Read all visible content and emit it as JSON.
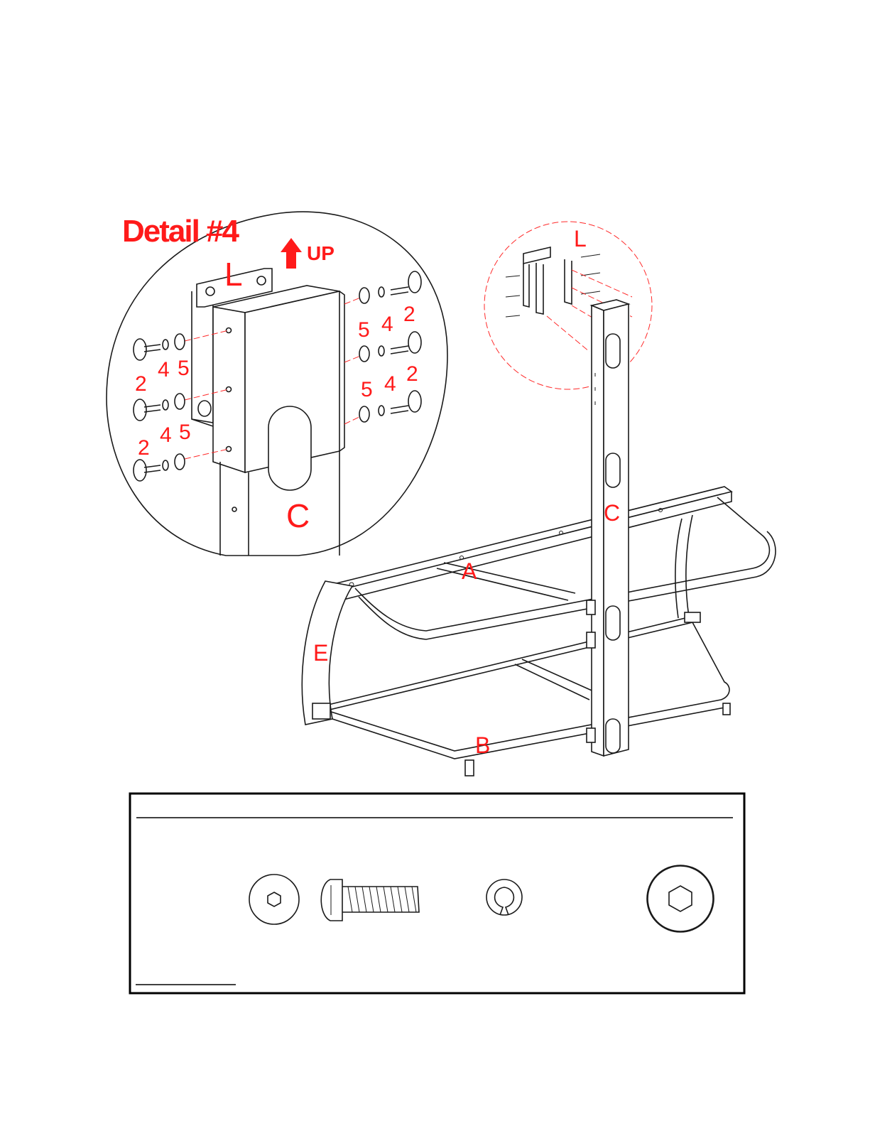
{
  "detail": {
    "title": "Detail #4",
    "up_label": "UP",
    "part_l": "L",
    "part_c": "C",
    "left_numbers": [
      {
        "a": "2",
        "b": "4",
        "c": "5"
      },
      {
        "a": "2",
        "b": "4",
        "c": "5"
      },
      {
        "a": "2",
        "b": "4",
        "c": "5"
      }
    ],
    "right_numbers": [
      {
        "a": "5",
        "b": "4",
        "c": "2"
      },
      {
        "a": "5",
        "b": "4",
        "c": "2"
      }
    ]
  },
  "frame": {
    "part_l": "L",
    "part_c": "C",
    "part_a": "A",
    "part_b": "B",
    "part_e": "E"
  },
  "hardware_box": {
    "items": [
      "bolt",
      "lock-washer",
      "flat-washer"
    ]
  },
  "colors": {
    "label_red": "#ff1a1a",
    "line": "#1a1a1a",
    "dash_red": "#ff2a2a"
  }
}
